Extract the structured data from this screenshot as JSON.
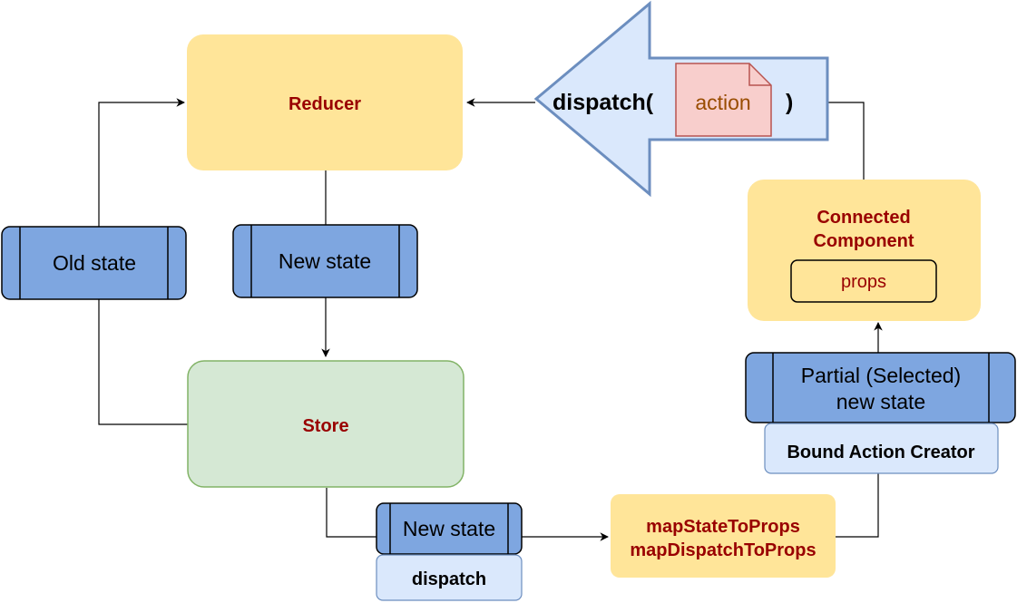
{
  "nodes": {
    "reducer": {
      "label": "Reducer"
    },
    "store": {
      "label": "Store"
    },
    "old_state": {
      "label": "Old state"
    },
    "new_state_top": {
      "label": "New state"
    },
    "new_state_bottom": {
      "label": "New state"
    },
    "dispatch_label": {
      "label": "dispatch"
    },
    "map_functions": {
      "line1": "mapStateToProps",
      "line2": "mapDispatchToProps"
    },
    "partial_state": {
      "line1": "Partial (Selected)",
      "line2": "new state"
    },
    "bound_action_creator": {
      "label": "Bound Action Creator"
    },
    "connected_component": {
      "line1": "Connected",
      "line2": "Component",
      "props": "props"
    },
    "dispatch_call": {
      "prefix": "dispatch(",
      "argument": "action",
      "suffix": ")"
    }
  },
  "colors": {
    "yellow_fill": "#ffe599",
    "green_fill": "#d5e8d4",
    "green_stroke": "#82b366",
    "blue_process_fill": "#7ea6e0",
    "light_blue_fill": "#dae8fc",
    "light_blue_stroke": "#6c8ebf",
    "pink_fill": "#f8cecc",
    "pink_stroke": "#b85450",
    "dark_red_text": "#990000",
    "action_text": "#994c00"
  }
}
